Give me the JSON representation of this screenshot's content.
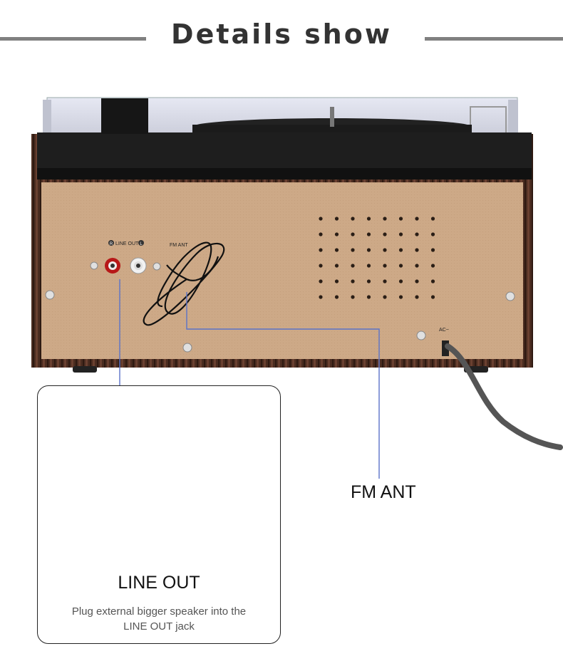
{
  "header": {
    "title": "Details show"
  },
  "panel": {
    "line_out_label": "LINE OUT",
    "line_out_left": "R",
    "line_out_right": "L",
    "fm_ant_label": "FM ANT",
    "ac_label": "AC~"
  },
  "callouts": {
    "fm_ant": "FM ANT",
    "line_out": {
      "title": "LINE OUT",
      "description": "Plug external bigger speaker into the LINE OUT jack"
    }
  },
  "colors": {
    "wood": "#4a2c20",
    "board": "#cda987",
    "leader_line": "#5b73c9",
    "rule": "#808080"
  }
}
